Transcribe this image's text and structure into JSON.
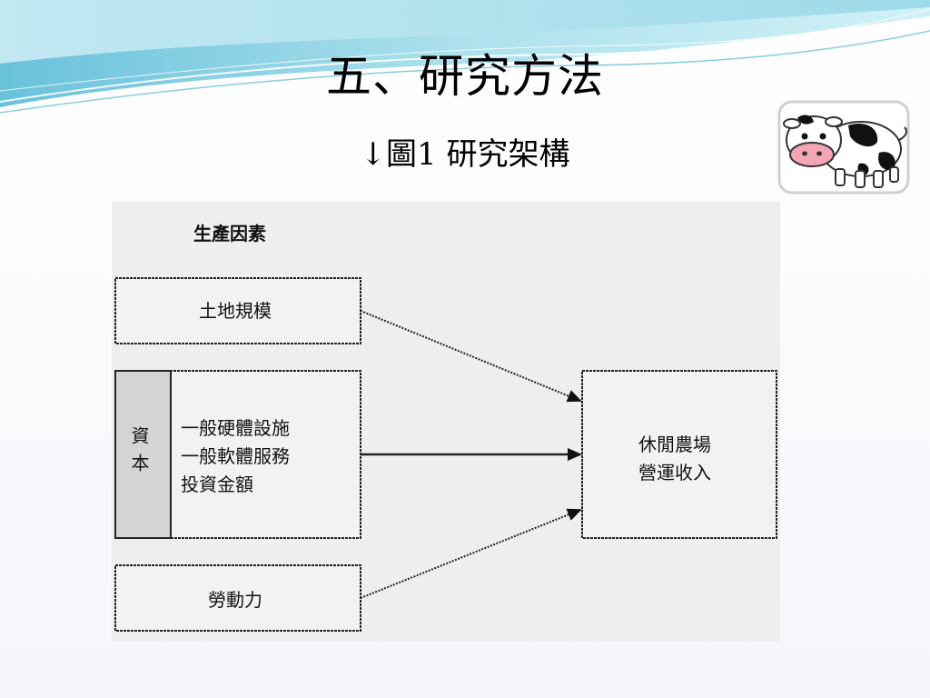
{
  "slide": {
    "title": "五、研究方法",
    "subtitle": "↓圖1 研究架構"
  },
  "figure": {
    "factors_label": "生產因素",
    "inputs": {
      "land": "土地規模",
      "capital": {
        "side_label": "資本",
        "items": [
          "一般硬體設施",
          "一般軟體服務",
          "投資金額"
        ]
      },
      "labor": "勞動力"
    },
    "outcome": {
      "lines": [
        "休閒農場",
        "營運收入"
      ]
    }
  },
  "colors": {
    "wave_light": "#bfe6f0",
    "wave_mid": "#7fcde0",
    "wave_deep": "#3aa7c6",
    "figure_bg": "#eeeeee",
    "capital_side_fill": "#d4d4d4"
  },
  "icons": {
    "cow": "cow-illustration"
  }
}
